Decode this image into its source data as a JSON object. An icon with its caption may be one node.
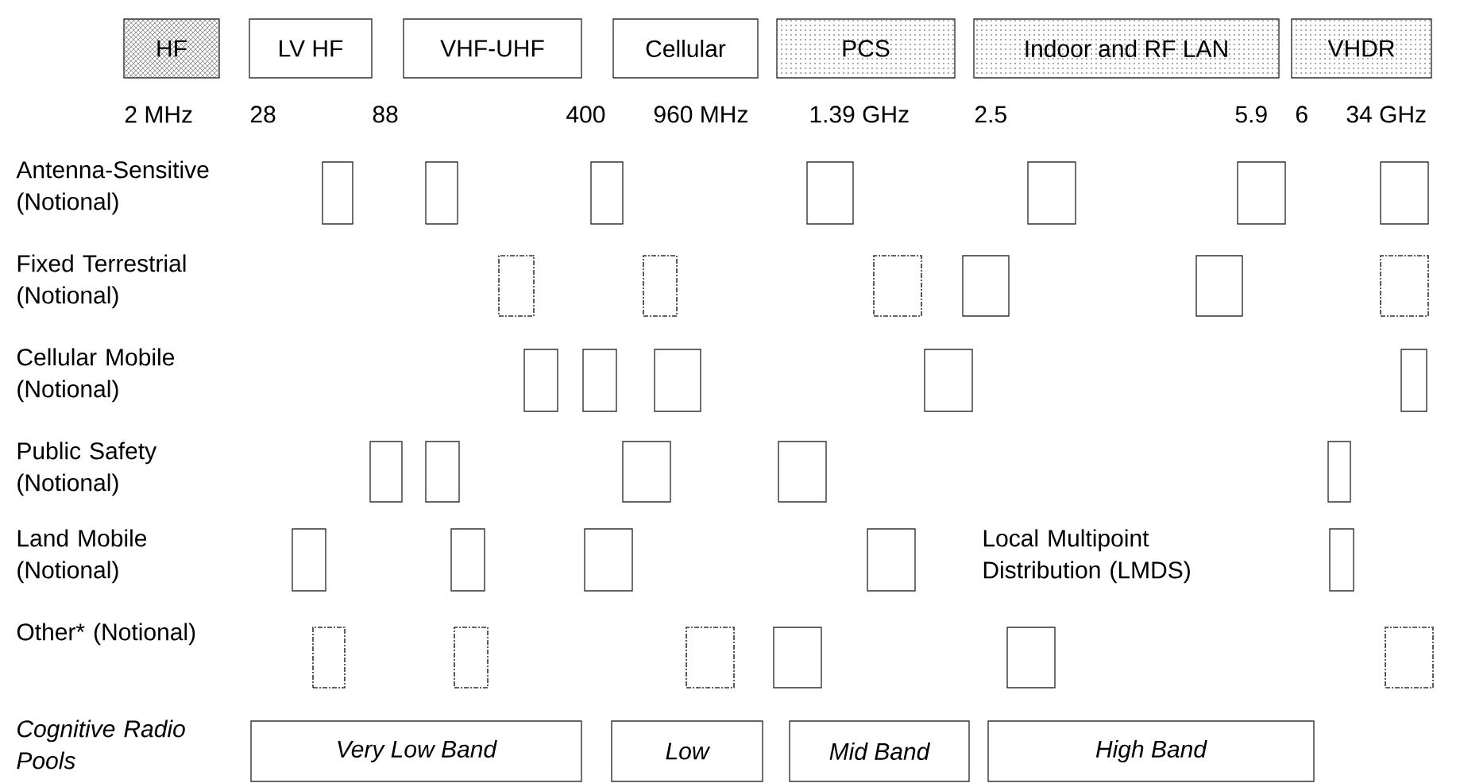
{
  "diagram": {
    "nodes": [
      {
        "text": [
          "HF"
        ]
      },
      {
        "text": [
          "LV HF"
        ]
      },
      {
        "text": [
          "VHF-UHF"
        ]
      },
      {
        "text": [
          "Cellular"
        ]
      },
      {
        "text": [
          "PCS"
        ]
      },
      {
        "text": [
          "Indoor  and RF LAN"
        ]
      },
      {
        "text": [
          "VHDR"
        ]
      },
      {
        "text": [],
        "shape": "box"
      },
      {
        "text": [],
        "shape": "box"
      },
      {
        "text": [],
        "shape": "box"
      },
      {
        "text": [],
        "shape": "box"
      },
      {
        "text": [],
        "shape": "box"
      },
      {
        "text": [],
        "shape": "box"
      },
      {
        "text": [],
        "shape": "box"
      },
      {
        "text": [],
        "shape": "box"
      },
      {
        "text": [],
        "shape": "box"
      },
      {
        "text": [],
        "shape": "box"
      },
      {
        "text": [],
        "shape": "box"
      },
      {
        "text": [],
        "shape": "box"
      },
      {
        "text": [],
        "shape": "box"
      },
      {
        "text": [],
        "shape": "box"
      },
      {
        "text": [],
        "shape": "box"
      },
      {
        "text": [],
        "shape": "box"
      },
      {
        "text": [],
        "shape": "box"
      },
      {
        "text": [],
        "shape": "box"
      },
      {
        "text": [],
        "shape": "box"
      },
      {
        "text": [],
        "shape": "box"
      },
      {
        "text": [],
        "shape": "box"
      },
      {
        "text": [],
        "shape": "box"
      },
      {
        "text": [],
        "shape": "box"
      },
      {
        "text": [],
        "shape": "box"
      },
      {
        "text": [],
        "shape": "box"
      },
      {
        "text": [],
        "shape": "box"
      },
      {
        "text": [],
        "shape": "box"
      },
      {
        "text": [],
        "shape": "box"
      },
      {
        "text": [],
        "shape": "box"
      },
      {
        "text": [],
        "shape": "box"
      },
      {
        "text": [],
        "shape": "box"
      },
      {
        "text": [],
        "shape": "box"
      },
      {
        "text": [],
        "shape": "box"
      },
      {
        "text": [],
        "shape": "box"
      },
      {
        "text": [
          "Very Low Band"
        ]
      },
      {
        "text": [
          "Low"
        ]
      },
      {
        "text": [
          "Mid Band"
        ]
      },
      {
        "text": [
          "High Band"
        ]
      }
    ],
    "labels": [
      "2 MHz",
      "28",
      "88",
      "400",
      "960 MHz",
      "1.39 GHz",
      "2.5",
      "5.9",
      "6",
      "34 GHz",
      "Antenna-Sensitive (Notional)",
      "Fixed Terrestrial (Notional)",
      "Cellular Mobile (Notional)",
      "Public Safety (Notional)",
      "Land Mobile (Notional)",
      "Local Multipoint Distribution (LMDS)",
      "Other* (Notional)",
      "Cognitive Radio Pools"
    ]
  }
}
